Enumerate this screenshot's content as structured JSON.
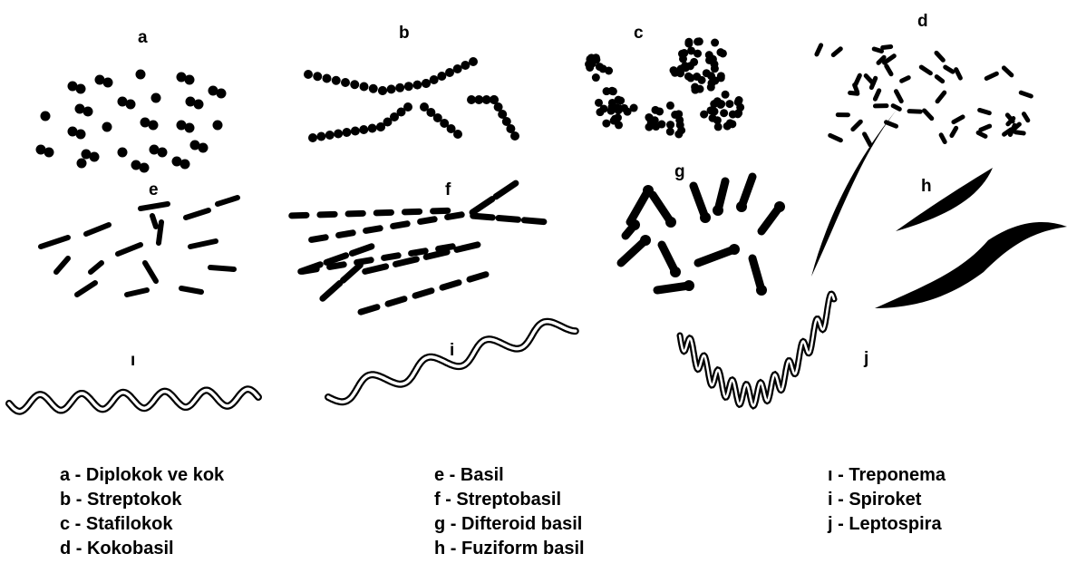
{
  "panel_letters": {
    "a": "a",
    "b": "b",
    "c": "c",
    "d": "d",
    "e": "e",
    "f": "f",
    "g": "g",
    "h": "h",
    "l": "ı",
    "i": "i",
    "j": "j"
  },
  "legend": {
    "col1": [
      "a - Diplokok ve kok",
      "b - Streptokok",
      "c - Stafilokok",
      "d - Kokobasil"
    ],
    "col2": [
      "e - Basil",
      "f - Streptobasil",
      "g - Difteroid basil",
      "h - Fuziform basil"
    ],
    "col3": [
      "ı - Treponema",
      "i - Spiroket",
      "j - Leptospira"
    ]
  },
  "colors": {
    "ink": "#000000",
    "background": "#ffffff"
  }
}
